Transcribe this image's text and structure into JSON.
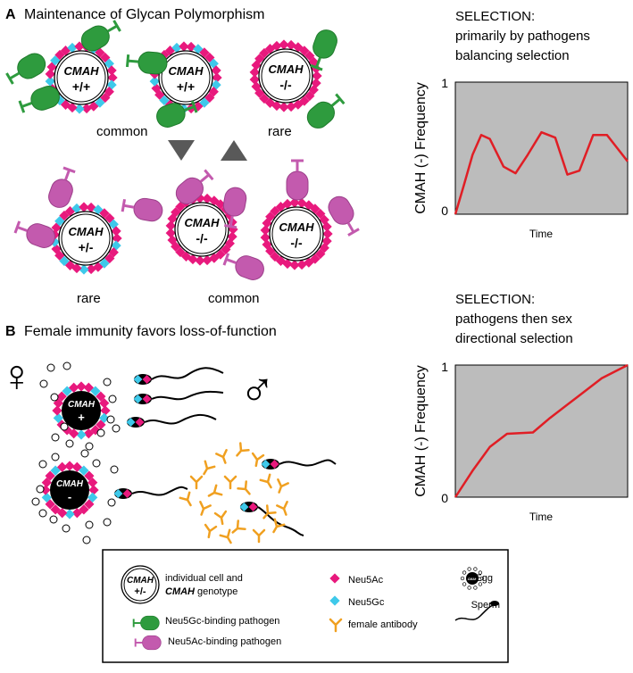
{
  "colors": {
    "neu5ac": "#e8197d",
    "neu5gc": "#3ec9ea",
    "gc_pathogen": "#2e9b3e",
    "gc_pathogen_dark": "#1e7a2b",
    "ac_pathogen": "#c35aae",
    "ac_pathogen_dark": "#9c3f8a",
    "antibody": "#f0a020",
    "curve": "#e01e25",
    "plot_bg": "#bcbcbc",
    "arrow": "#595959"
  },
  "panelA": {
    "letter": "A",
    "title": "Maintenance of Glycan Polymorphism",
    "cells": [
      {
        "name": "CMAH",
        "genotype": "+/+"
      },
      {
        "name": "CMAH",
        "genotype": "+/+"
      },
      {
        "name": "CMAH",
        "genotype": "-/-"
      },
      {
        "name": "CMAH",
        "genotype": "+/-"
      },
      {
        "name": "CMAH",
        "genotype": "-/-"
      },
      {
        "name": "CMAH",
        "genotype": "-/-"
      }
    ],
    "label_common_top": "common",
    "label_rare_top": "rare",
    "label_rare_bottom": "rare",
    "label_common_bottom": "common"
  },
  "panelB": {
    "letter": "B",
    "title": "Female immunity favors loss-of-function",
    "female_symbol": "♀",
    "male_symbol": "♂",
    "egg1_name": "CMAH",
    "egg1_genotype": "+",
    "egg2_name": "CMAH",
    "egg2_genotype": "-"
  },
  "selection1": {
    "line1": "SELECTION:",
    "line2": "primarily by pathogens",
    "line3": "balancing selection"
  },
  "selection2": {
    "line1": "SELECTION:",
    "line2": "pathogens then sex",
    "line3": "directional selection"
  },
  "chart_data": [
    {
      "type": "line",
      "ylabel": "CMAH (-) Frequency",
      "xlabel": "Time",
      "ylim": [
        0,
        1
      ],
      "yticks": [
        "0",
        "1"
      ],
      "series": [
        {
          "x": [
            0,
            0.05,
            0.1,
            0.15,
            0.2,
            0.28,
            0.35,
            0.42,
            0.5,
            0.58,
            0.65,
            0.72,
            0.8,
            0.88,
            0.94,
            1.0
          ],
          "values": [
            0,
            0.22,
            0.45,
            0.6,
            0.57,
            0.36,
            0.31,
            0.45,
            0.62,
            0.58,
            0.3,
            0.33,
            0.6,
            0.6,
            0.5,
            0.4
          ]
        }
      ]
    },
    {
      "type": "line",
      "ylabel": "CMAH (-) Frequency",
      "xlabel": "Time",
      "ylim": [
        0,
        1
      ],
      "yticks": [
        "0",
        "1"
      ],
      "series": [
        {
          "x": [
            0,
            0.1,
            0.2,
            0.3,
            0.45,
            0.55,
            0.7,
            0.85,
            1.0
          ],
          "values": [
            0,
            0.2,
            0.38,
            0.48,
            0.49,
            0.6,
            0.75,
            0.9,
            1.0
          ]
        }
      ]
    }
  ],
  "legend": {
    "cell_name": "CMAH",
    "cell_genotype": "+/-",
    "cell_line1": "individual cell and",
    "cell_line2_bold": "CMAH",
    "cell_line2_rest": " genotype",
    "gc_pathogen": "Neu5Gc-binding pathogen",
    "ac_pathogen": "Neu5Ac-binding pathogen",
    "neu5ac": "Neu5Ac",
    "neu5gc": "Neu5Gc",
    "antibody": "female antibody",
    "egg": "Egg",
    "egg_name": "CMAH",
    "sperm": "Sperm"
  }
}
